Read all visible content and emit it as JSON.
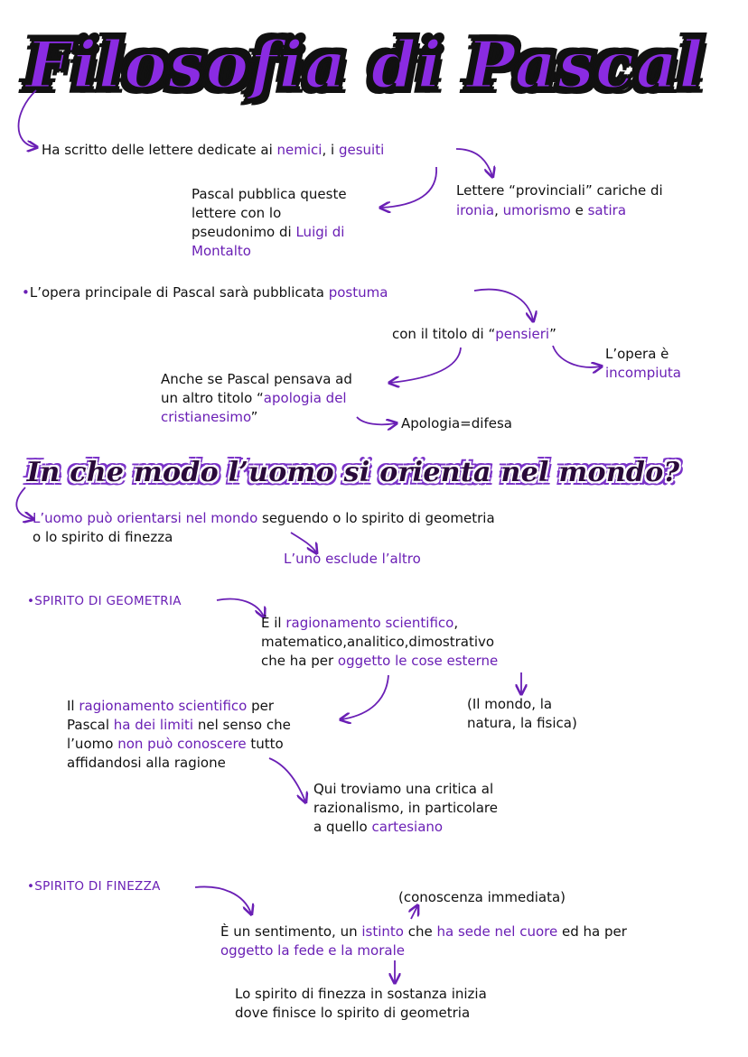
{
  "title": "Filosofia di Pascal",
  "section1": {
    "line1_a": "Ha scritto delle lettere dedicate ai ",
    "line1_b": "nemici",
    "line1_c": ", i ",
    "line1_d": "gesuiti",
    "left_1": "Pascal pubblica queste",
    "left_2": "lettere con lo",
    "left_3a": "pseudonimo di ",
    "left_3b": "Luigi di",
    "left_4": "Montalto",
    "right_1": "Lettere “provinciali” cariche di",
    "right_2a": "ironia",
    "right_2b": ", ",
    "right_2c": "umorismo",
    "right_2d": " e ",
    "right_2e": "satira"
  },
  "section2": {
    "bullet": "•",
    "line1_a": "L’opera principale di Pascal sarà pubblicata ",
    "line1_b": "postuma",
    "titolo_a": "con il titolo di “",
    "titolo_b": "pensieri",
    "titolo_c": "”",
    "opera_1": "L’opera è",
    "opera_2": "incompiuta",
    "anche_1": "Anche se Pascal pensava ad",
    "anche_2a": "un altro titolo “",
    "anche_2b": "apologia del",
    "anche_3a": "cristianesimo",
    "anche_3b": "”",
    "apologia": "Apologia=difesa"
  },
  "subtitle": "In che modo l’uomo si orienta nel mondo?",
  "section3": {
    "line1_a": "L’uomo può orientarsi nel mondo",
    "line1_b": " seguendo o lo spirito di geometria",
    "line2": "o lo spirito di finezza",
    "line3": "L’uno esclude l’altro"
  },
  "geometria": {
    "heading": "•SPIRITO DI GEOMETRIA",
    "d1a": "È il ",
    "d1b": "ragionamento scientifico",
    "d1c": ",",
    "d2": "matematico,analitico,dimostrativo",
    "d3a": "che ha per ",
    "d3b": "oggetto le cose esterne",
    "ex1": "(Il mondo, la",
    "ex2": "natura, la fisica)",
    "r1a": "Il ",
    "r1b": "ragionamento scientifico",
    "r1c": " per",
    "r2a": "Pascal ",
    "r2b": "ha dei limiti",
    "r2c": " nel senso che",
    "r3a": "l’uomo ",
    "r3b": "non può conoscere",
    "r3c": " tutto",
    "r4": "affidandosi alla ragione",
    "c1": "Qui troviamo una critica al",
    "c2": "razionalismo, in particolare",
    "c3a": "a quello ",
    "c3b": "cartesiano"
  },
  "finezza": {
    "heading": "•SPIRITO DI FINEZZA",
    "cono": "(conoscenza immediata)",
    "s1a": "È un sentimento, un ",
    "s1b": "istinto",
    "s1c": " che ",
    "s1d": "ha sede nel cuore",
    "s1e": " ed ha per",
    "s2": "oggetto la fede e la morale",
    "f1": "Lo spirito di finezza in sostanza inizia",
    "f2": "dove finisce lo spirito di geometria"
  }
}
